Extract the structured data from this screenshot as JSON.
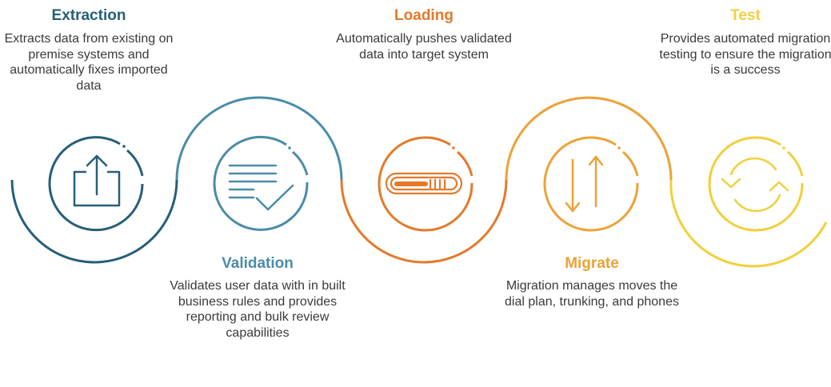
{
  "colors": {
    "extraction": "#255f79",
    "validation": "#4a8ca8",
    "loading": "#e4792b",
    "migrate": "#eda136",
    "test": "#f2cf3a",
    "text": "#3a3a3a"
  },
  "steps": [
    {
      "key": "extraction",
      "title": "Extraction",
      "description": "Extracts data from existing on premise systems and automatically fixes imported data",
      "icon": "upload-share-icon"
    },
    {
      "key": "validation",
      "title": "Validation",
      "description": "Validates user data with in built business rules and provides reporting and bulk review capabilities",
      "icon": "checklist-icon"
    },
    {
      "key": "loading",
      "title": "Loading",
      "description": "Automatically pushes validated data into target system",
      "icon": "loading-bar-icon"
    },
    {
      "key": "migrate",
      "title": "Migrate",
      "description": "Migration manages moves the dial plan, trunking, and phones",
      "icon": "up-down-arrows-icon"
    },
    {
      "key": "test",
      "title": "Test",
      "description": "Provides automated migration testing to ensure the migration is a success",
      "icon": "refresh-cycle-icon"
    }
  ]
}
